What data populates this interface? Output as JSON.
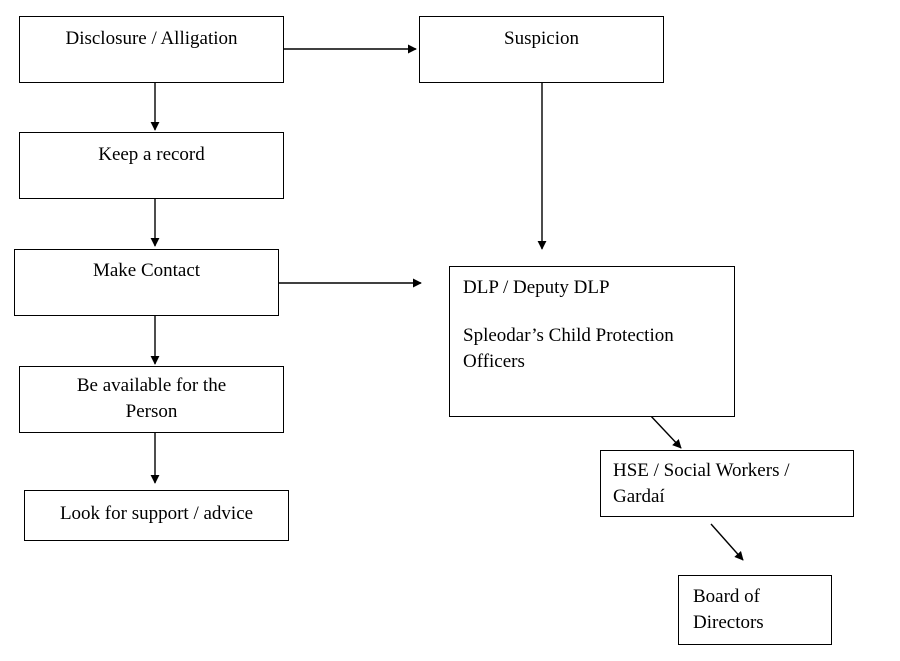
{
  "nodes": {
    "disclosure": [
      "Disclosure / Alligation"
    ],
    "suspicion": [
      "Suspicion"
    ],
    "keep_record": [
      "Keep a record"
    ],
    "make_contact": [
      "Make Contact"
    ],
    "be_available": [
      "Be available for the",
      "Person"
    ],
    "look_support": [
      "Look for support / advice"
    ],
    "dlp": [
      "DLP / Deputy DLP"
    ],
    "cpo": [
      "Spleodar’s Child Protection",
      "Officers"
    ],
    "hse": [
      "HSE / Social Workers /",
      "Gardaí"
    ],
    "board": [
      "Board of",
      "Directors"
    ]
  }
}
